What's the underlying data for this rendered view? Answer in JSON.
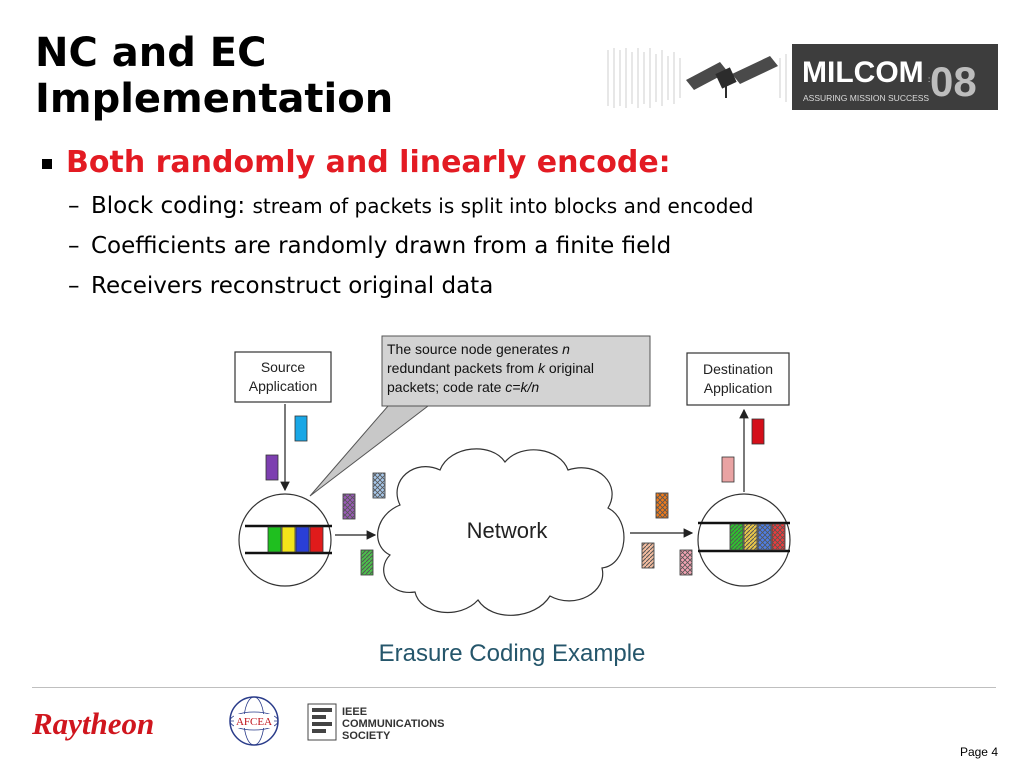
{
  "slide": {
    "title_line1": "NC and EC",
    "title_line2": "Implementation"
  },
  "header_logo": {
    "name": "MILCOM",
    "year": "08",
    "tagline": "ASSURING MISSION SUCCESS",
    "icon": "satellite-icon"
  },
  "bullets": {
    "main": "Both randomly and linearly encode:",
    "sub": [
      {
        "lead": "Block coding:",
        "detail": "stream of packets is split into blocks and encoded"
      },
      {
        "lead": "Coefficients are randomly drawn from a finite field",
        "detail": ""
      },
      {
        "lead": "Receivers reconstruct original data",
        "detail": ""
      }
    ]
  },
  "diagram": {
    "source_line1": "Source",
    "source_line2": "Application",
    "destination_line1": "Destination",
    "destination_line2": "Application",
    "network": "Network",
    "callout_line1_pre": "The source node generates ",
    "callout_n": "n",
    "callout_line2_pre": "redundant packets from ",
    "callout_k": "k",
    "callout_line2_post": " original",
    "callout_line3_pre": "packets; code rate ",
    "callout_rate": "c=k/n"
  },
  "caption": "Erasure Coding Example",
  "footer": {
    "raytheon": "Raytheon",
    "afcea": "AFCEA",
    "ieee_line1": "IEEE",
    "ieee_line2": "COMMUNICATIONS",
    "ieee_line3": "SOCIETY",
    "page": "Page 4"
  },
  "colors": {
    "accent_red": "#e31b23",
    "caption_teal": "#25566b",
    "milcom_dark": "#3d3d3d"
  }
}
